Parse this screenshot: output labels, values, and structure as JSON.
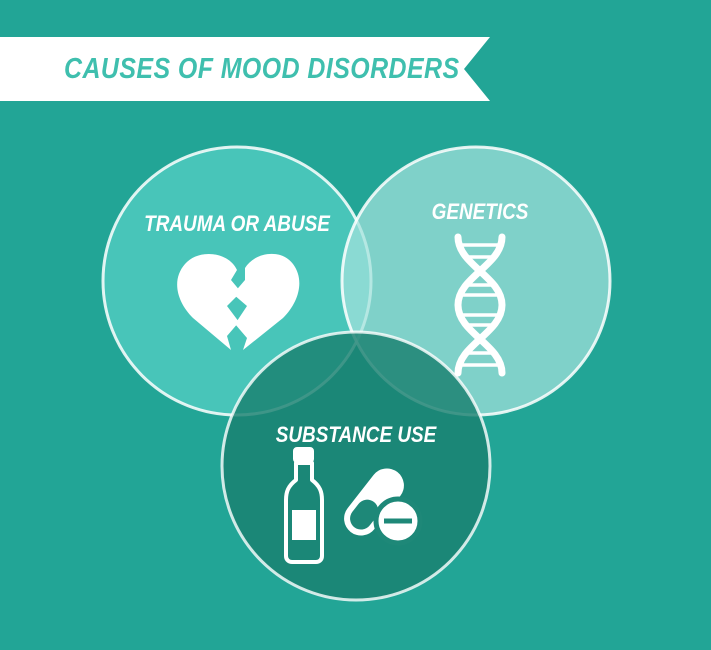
{
  "title": "CAUSES OF MOOD DISORDERS",
  "circles": [
    {
      "label": "TRAUMA OR ABUSE",
      "icon": "broken-heart-icon"
    },
    {
      "label": "GENETICS",
      "icon": "dna-icon"
    },
    {
      "label": "SUBSTANCE USE",
      "icon": "bottle-and-pill-icon"
    }
  ],
  "colors": {
    "background": "#22a596",
    "trauma_fill": "#4fcabf",
    "genetics_fill": "#8cd8d2",
    "substance_fill": "#1e8878",
    "banner": "#ffffff",
    "title_text": "#3fbfae"
  }
}
